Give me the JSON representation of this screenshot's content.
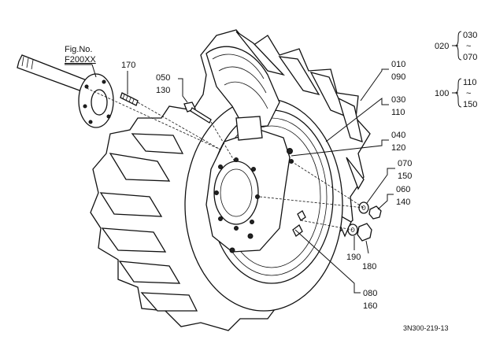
{
  "figure": {
    "fig_no_label": "Fig.No.",
    "fig_ref": "F200XX",
    "drawing_code": "3N300-219-13"
  },
  "callouts": {
    "c170": "170",
    "c050": "050",
    "c130": "130",
    "c010": "010",
    "c090": "090",
    "c030": "030",
    "c110": "110",
    "c040": "040",
    "c120": "120",
    "c070": "070",
    "c150": "150",
    "c060": "060",
    "c140": "140",
    "c190": "190",
    "c180": "180",
    "c080": "080",
    "c160": "160"
  },
  "legend": {
    "range1_key": "020",
    "range1_from": "030",
    "range1_tilde": "~",
    "range1_to": "070",
    "range2_key": "100",
    "range2_from": "110",
    "range2_tilde": "~",
    "range2_to": "150"
  }
}
